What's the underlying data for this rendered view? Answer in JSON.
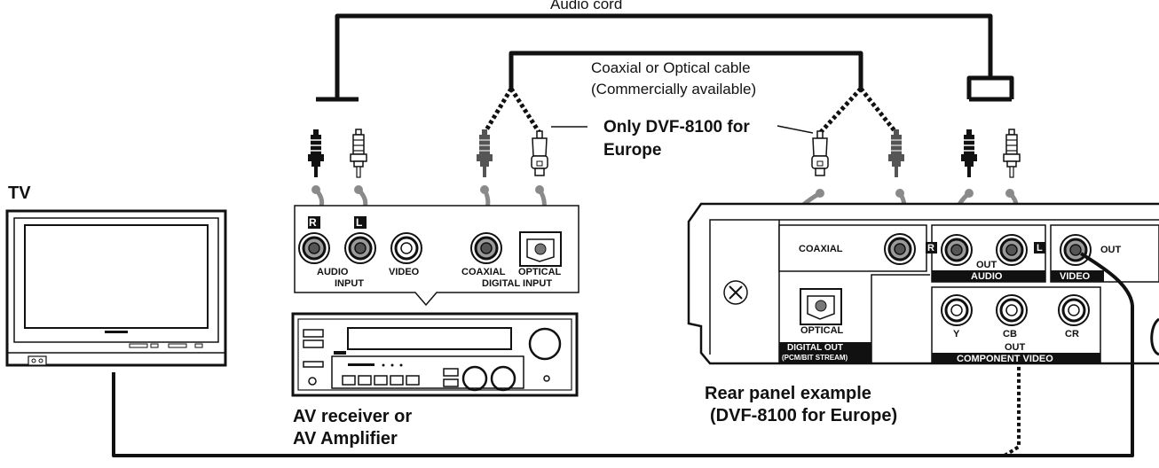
{
  "labels": {
    "audio_cord": "Audio cord",
    "coax_cable_line1": "Coaxial or Optical cable",
    "coax_cable_line2": "(Commercially available)",
    "only_model_line1": "Only DVF-8100 for",
    "only_model_line2": "Europe",
    "tv": "TV",
    "receiver_line1": "AV receiver or",
    "receiver_line2": "AV Amplifier",
    "rear_line1": "Rear panel example",
    "rear_line2": "(DVF-8100 for Europe)"
  },
  "receiver_panel": {
    "badge_r": "R",
    "badge_l": "L",
    "audio": "AUDIO",
    "input": "INPUT",
    "video": "VIDEO",
    "coaxial": "COAXIAL",
    "optical": "OPTICAL",
    "digital_input": "DIGITAL INPUT"
  },
  "player_panel": {
    "coaxial": "COAXIAL",
    "optical": "OPTICAL",
    "digital_out": "DIGITAL OUT",
    "pcm_bitstream": "(PCM/BIT STREAM)",
    "badge_r": "R",
    "badge_l": "L",
    "out": "OUT",
    "audio": "AUDIO",
    "video_out": "OUT",
    "video": "VIDEO",
    "y": "Y",
    "cb": "CB",
    "cr": "CR",
    "component_out": "OUT",
    "component_video": "COMPONENT  VIDEO"
  }
}
